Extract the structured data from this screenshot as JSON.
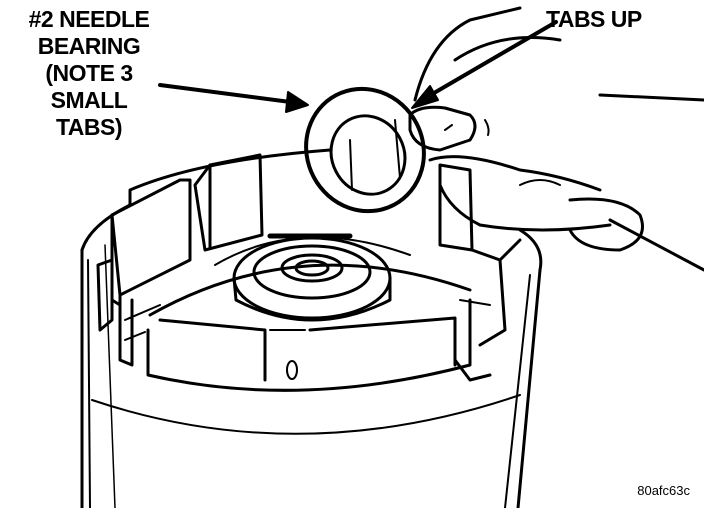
{
  "labels": {
    "needle_bearing": [
      "#2 NEEDLE",
      "BEARING",
      "(NOTE 3",
      "SMALL",
      "TABS)"
    ],
    "tabs_up": "TABS UP",
    "figure_code": "80afc63c"
  },
  "colors": {
    "ink": "#000000",
    "paper": "#ffffff"
  }
}
